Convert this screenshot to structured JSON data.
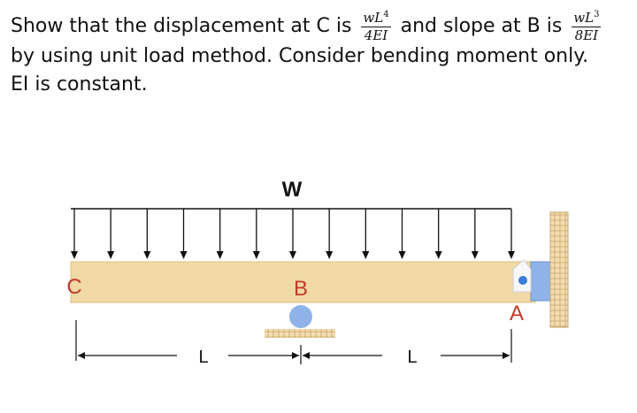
{
  "problem": {
    "part1": "Show that the displacement at C is",
    "frac1_num": "wL",
    "frac1_exp": "4",
    "frac1_den": "4EI",
    "part2": "and slope at B is",
    "frac2_num": "wL",
    "frac2_exp": "3",
    "frac2_den": "8EI",
    "line2": "by using unit load method.  Consider bending moment only.",
    "line3": "EI is constant."
  },
  "diagram": {
    "load_label": "W",
    "point_c": "C",
    "point_b": "B",
    "point_a": "A",
    "span1": "L",
    "span2": "L",
    "colors": {
      "beam": "#f1d9a6",
      "arrow": "#111111",
      "point_label": "#c0392b",
      "roller": "#8fb3e8",
      "support_hatch": "#f1d9a6"
    }
  }
}
